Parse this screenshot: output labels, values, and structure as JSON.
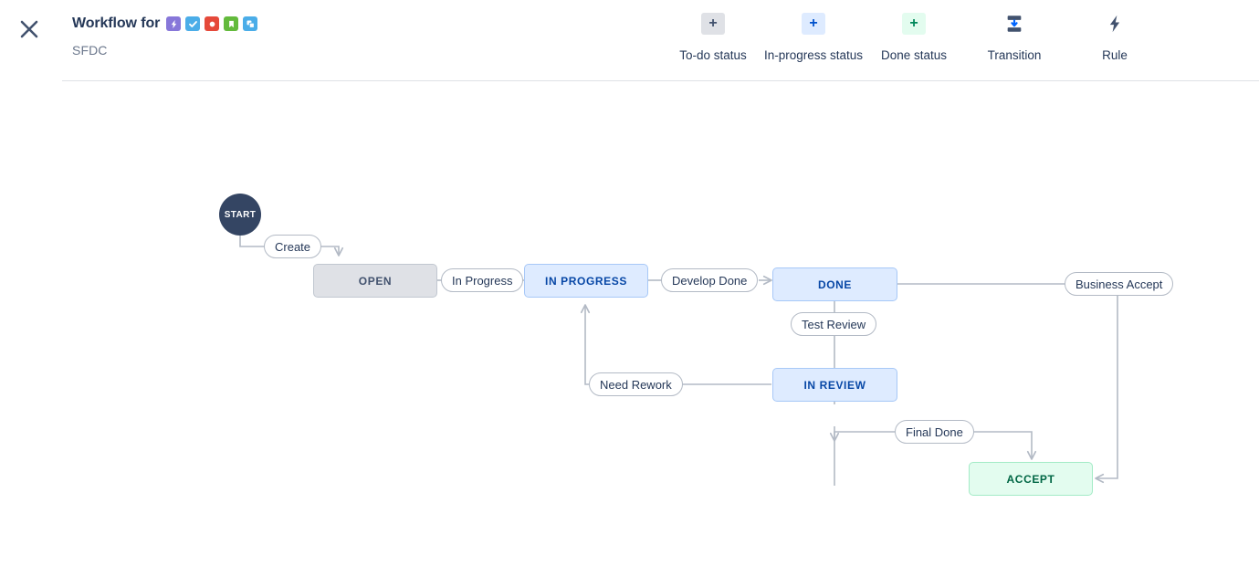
{
  "header": {
    "close_icon": "close-icon",
    "title": "Workflow for",
    "subtitle": "SFDC",
    "issue_type_icons": [
      {
        "name": "epic-icon",
        "glyph": "lightning",
        "color": "#8777d9"
      },
      {
        "name": "task-icon",
        "glyph": "check",
        "color": "#4bade8"
      },
      {
        "name": "bug-icon",
        "glyph": "dot",
        "color": "#e5493a"
      },
      {
        "name": "story-icon",
        "glyph": "bookmark",
        "color": "#63ba3c"
      },
      {
        "name": "subtask-icon",
        "glyph": "copy",
        "color": "#4bade8"
      }
    ],
    "toolbar": [
      {
        "name": "add-todo-status-button",
        "label": "To-do status",
        "icon": "plus-icon",
        "style": "todo"
      },
      {
        "name": "add-in-progress-status-button",
        "label": "In-progress status",
        "icon": "plus-icon",
        "style": "inprog"
      },
      {
        "name": "add-done-status-button",
        "label": "Done status",
        "icon": "plus-icon",
        "style": "done"
      },
      {
        "name": "add-transition-button",
        "label": "Transition",
        "icon": "transition-icon",
        "style": "plain"
      },
      {
        "name": "add-rule-button",
        "label": "Rule",
        "icon": "lightning-icon",
        "style": "plain"
      }
    ]
  },
  "diagram": {
    "start_label": "START",
    "nodes": [
      {
        "id": "open",
        "label": "OPEN",
        "category": "todo"
      },
      {
        "id": "inprogress",
        "label": "IN PROGRESS",
        "category": "in-progress"
      },
      {
        "id": "done",
        "label": "DONE",
        "category": "in-progress"
      },
      {
        "id": "inreview",
        "label": "IN REVIEW",
        "category": "in-progress"
      },
      {
        "id": "accept",
        "label": "ACCEPT",
        "category": "done"
      }
    ],
    "transitions": [
      {
        "id": "create",
        "label": "Create",
        "from": "START",
        "to": "OPEN"
      },
      {
        "id": "in-progress",
        "label": "In Progress",
        "from": "OPEN",
        "to": "IN PROGRESS"
      },
      {
        "id": "develop-done",
        "label": "Develop Done",
        "from": "IN PROGRESS",
        "to": "DONE"
      },
      {
        "id": "test-review",
        "label": "Test Review",
        "from": "DONE",
        "to": "IN REVIEW"
      },
      {
        "id": "need-rework",
        "label": "Need Rework",
        "from": "IN REVIEW",
        "to": "IN PROGRESS"
      },
      {
        "id": "final-done",
        "label": "Final Done",
        "from": "IN REVIEW",
        "to": "ACCEPT"
      },
      {
        "id": "business-accept",
        "label": "Business Accept",
        "from": "DONE",
        "to": "ACCEPT"
      }
    ]
  },
  "colors": {
    "todo_bg": "#dfe1e6",
    "in_progress_bg": "#deebff",
    "done_bg": "#e3fcef",
    "start_bg": "#344563",
    "edge": "#b3bac5",
    "text_dark": "#253858"
  }
}
